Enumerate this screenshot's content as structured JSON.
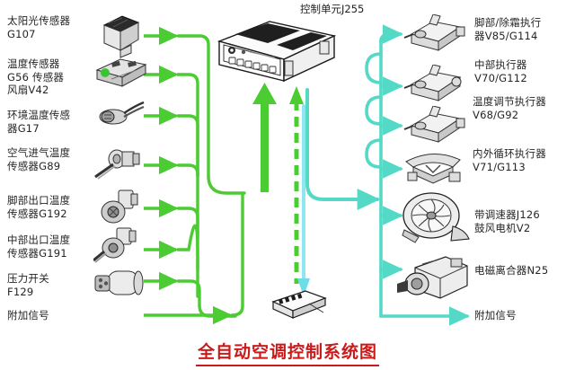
{
  "title": "全自动空调控制系统图",
  "control_unit": {
    "label": "控制单元J255"
  },
  "colors": {
    "input_green": "#4ccc33",
    "output_cyan": "#54d9c6",
    "title_red": "#cc1a1a",
    "text": "#252525"
  },
  "inputs": [
    {
      "label": "太阳光传感器\nG107",
      "icon": "solar-sensor-icon"
    },
    {
      "label": "温度传感器\nG56  传感器\n风扇V42",
      "icon": "temperature-sensor-fan-icon"
    },
    {
      "label": "环境温度传感\n器G17",
      "icon": "ambient-temp-probe-icon"
    },
    {
      "label": "空气进气温度\n传感器G89",
      "icon": "intake-air-temp-sensor-icon"
    },
    {
      "label": "脚部出口温度\n传感器G192",
      "icon": "footwell-outlet-temp-sensor-icon"
    },
    {
      "label": "中部出口温度\n传感器G191",
      "icon": "center-outlet-temp-sensor-icon"
    },
    {
      "label": "压力开关\nF129",
      "icon": "pressure-switch-icon"
    },
    {
      "label": "附加信号",
      "icon": "none"
    }
  ],
  "outputs": [
    {
      "label": "脚部/除霜执行\n器V85/G114",
      "icon": "actuator-motor-icon"
    },
    {
      "label": "中部执行器\nV70/G112",
      "icon": "actuator-motor-icon"
    },
    {
      "label": "温度调节执行器\nV68/G92",
      "icon": "actuator-motor-icon"
    },
    {
      "label": "内外循环执行器\nV71/G113",
      "icon": "recirculation-actuator-icon"
    },
    {
      "label": "带调速器J126\n鼓风电机V2",
      "icon": "blower-motor-icon"
    },
    {
      "label": "电磁离合器N25",
      "icon": "magnetic-clutch-compressor-icon"
    },
    {
      "label": "附加信号",
      "icon": "none"
    }
  ],
  "diagnostic": {
    "icon": "diagnostic-connector-icon"
  }
}
